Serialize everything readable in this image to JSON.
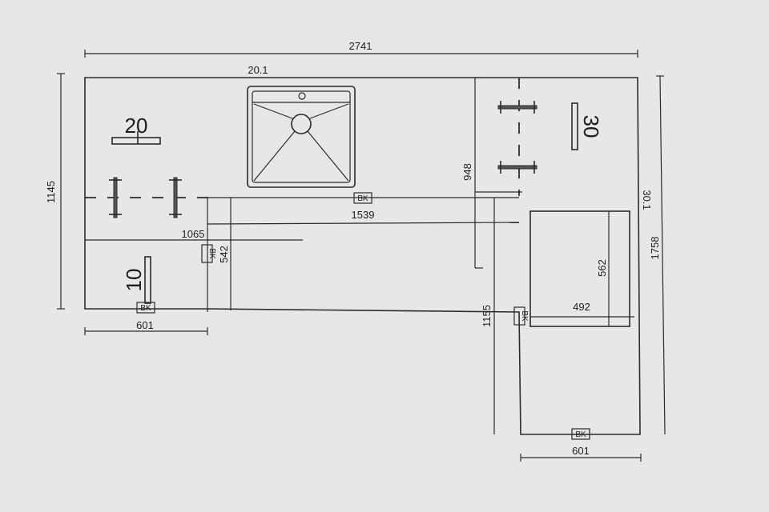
{
  "drawing": {
    "dimensions": {
      "total_length": "2741",
      "left_depth": "1145",
      "sink_label": "20.1",
      "inner_depth": "948",
      "right_label": "30.1",
      "right_depth": "1758",
      "back_span": "1539",
      "left_span": "1065",
      "left_inner_depth": "542",
      "left_width": "601",
      "right_inner_depth": "1155",
      "hob_width": "492",
      "hob_depth": "562",
      "right_width": "601"
    },
    "sections": {
      "left_back": "20",
      "left_front": "10",
      "right_back": "30"
    },
    "markers": {
      "bk": "BK"
    }
  }
}
